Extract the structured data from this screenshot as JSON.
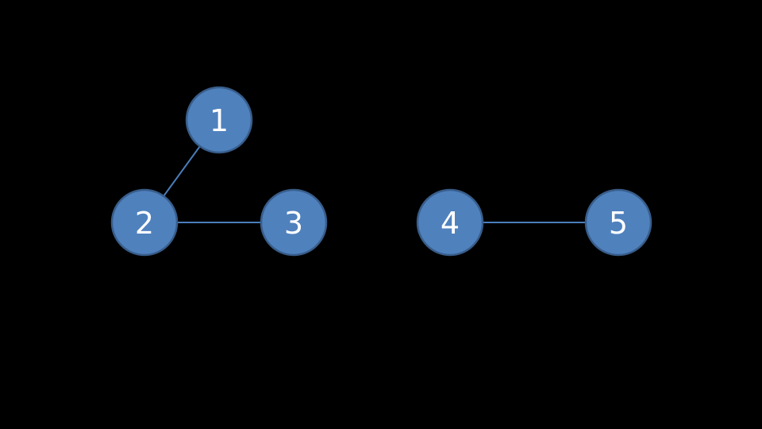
{
  "colors": {
    "background": "#000000",
    "node_fill": "#4f81bd",
    "node_stroke": "#385d8a",
    "edge": "#4a7ebb",
    "label": "#ffffff"
  },
  "nodes": [
    {
      "id": "1",
      "label": "1"
    },
    {
      "id": "2",
      "label": "2"
    },
    {
      "id": "3",
      "label": "3"
    },
    {
      "id": "4",
      "label": "4"
    },
    {
      "id": "5",
      "label": "5"
    }
  ],
  "edges": [
    {
      "from": "1",
      "to": "2"
    },
    {
      "from": "2",
      "to": "3"
    },
    {
      "from": "4",
      "to": "5"
    }
  ]
}
